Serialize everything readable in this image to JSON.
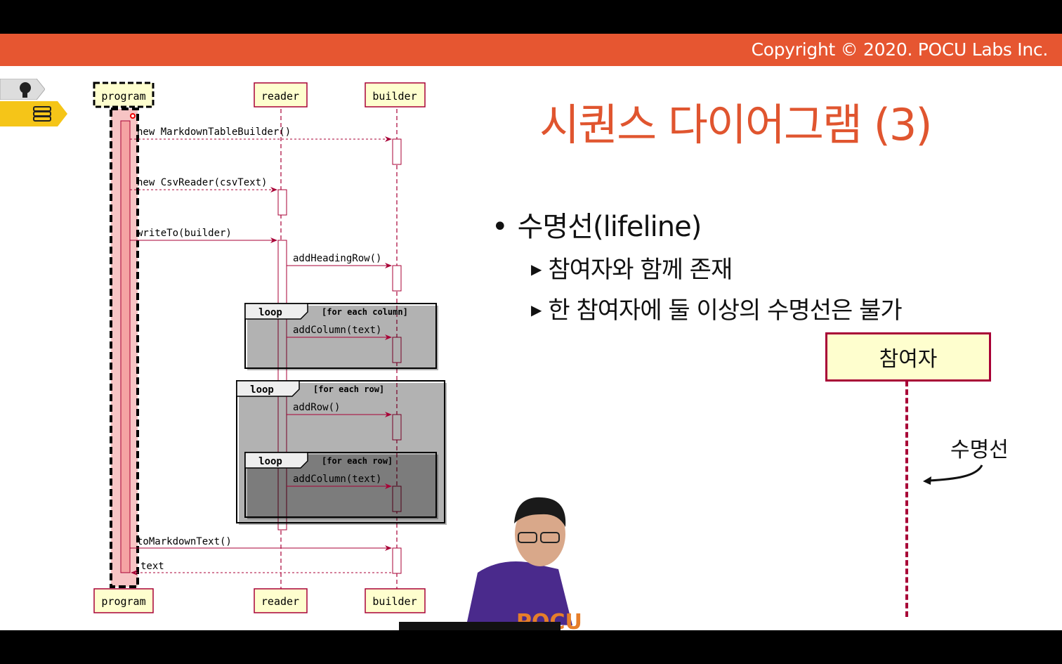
{
  "header": {
    "copyright": "Copyright © 2020. POCU Labs Inc."
  },
  "slide": {
    "title": "시퀀스 다이어그램 (3)",
    "bullet_main": "수명선(lifeline)",
    "sub_bullets": [
      "참여자와 함께 존재",
      "한 참여자에 둘 이상의 수명선은 불가"
    ],
    "participant_label": "참여자",
    "lifeline_label": "수명선"
  },
  "nav": {
    "icons": [
      "brain-head-icon",
      "books-stack-icon"
    ]
  },
  "sequence_diagram": {
    "participants": [
      "program",
      "reader",
      "builder"
    ],
    "messages": [
      "new MarkdownTableBuilder()",
      "new CsvReader(csvText)",
      "writeTo(builder)",
      "addHeadingRow()",
      "addColumn(text)",
      "addRow()",
      "addColumn(text)",
      "toMarkdownText()",
      "text"
    ],
    "loops": [
      {
        "keyword": "loop",
        "guard": "[for each column]"
      },
      {
        "keyword": "loop",
        "guard": "[for each row]"
      },
      {
        "keyword": "loop",
        "guard": "[for each row]"
      }
    ]
  },
  "colors": {
    "banner": "#e65631",
    "title": "#e0552f",
    "lifeline": "#a80036",
    "box_fill": "#fefece"
  }
}
